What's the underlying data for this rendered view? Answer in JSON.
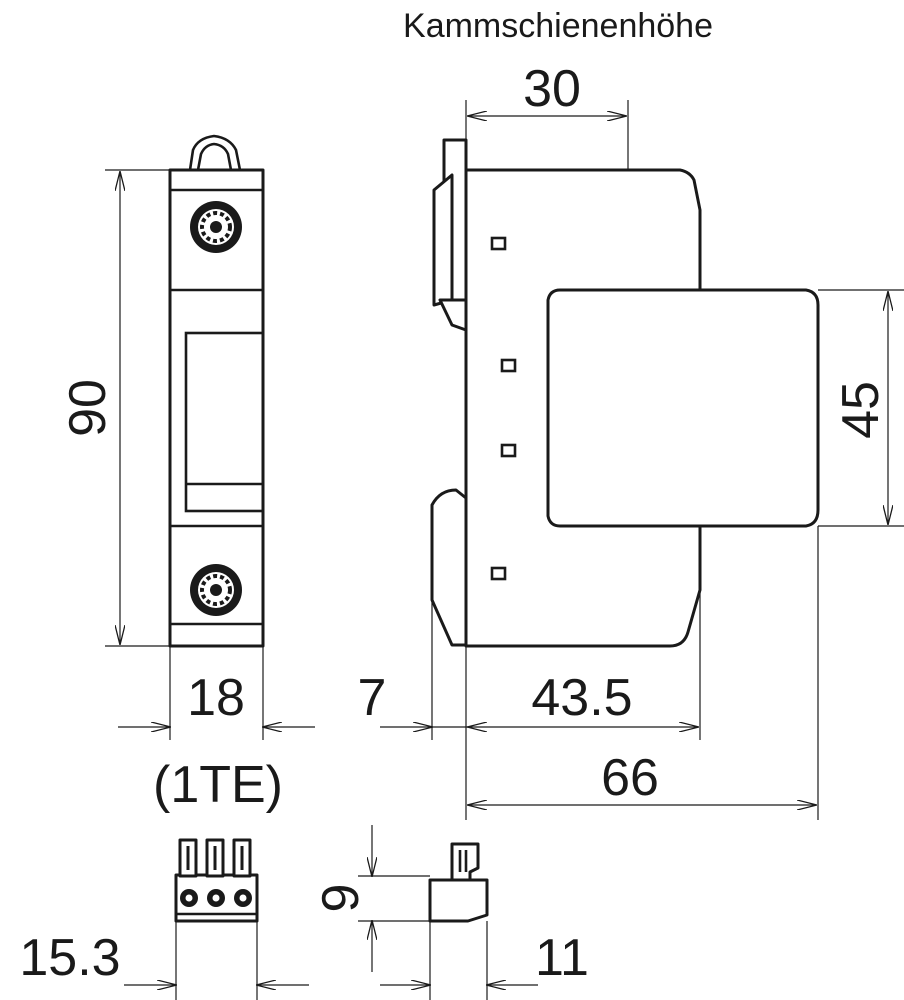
{
  "drawing": {
    "title_label": "Kammschienenhöhe",
    "dim_comb_height": "30",
    "dim_total_height": "90",
    "dim_module_height": "45",
    "dim_width": "18",
    "dim_width_unit": "(1TE)",
    "dim_offset": "7",
    "dim_depth_body": "43.5",
    "dim_depth_total": "66",
    "dim_terminal_width": "15.3",
    "dim_terminal_height": "9",
    "dim_terminal_depth": "11"
  }
}
